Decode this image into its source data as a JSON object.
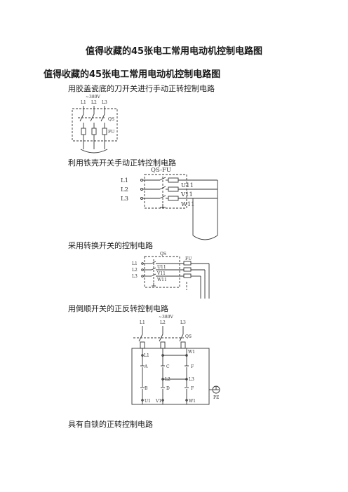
{
  "document": {
    "title": "值得收藏的45张电工常用电动机控制电路图",
    "section_heading": "值得收藏的45张电工常用电动机控制电路图",
    "captions": [
      "用胶盖瓷底的刀开关进行手动正转控制电路",
      "利用铁壳开关手动正转控制电路",
      "采用转换开关的控制电路",
      "用倒顺开关的正反转控制电路",
      "具有自锁的正转控制电路"
    ]
  },
  "figures": {
    "fig1": {
      "voltage": "~380V",
      "phases": [
        "L1",
        "L2",
        "L3"
      ],
      "switch": "QS",
      "fuse": "FU"
    },
    "fig2": {
      "switch_fuse": "QS-FU",
      "phases": [
        "L1",
        "L2",
        "L3"
      ],
      "outputs": [
        "U11",
        "V11",
        "W11"
      ]
    },
    "fig3": {
      "switch": "QS",
      "fuse": "FU",
      "phases": [
        "L1",
        "L2",
        "L3"
      ],
      "outputs": [
        "U11",
        "V11",
        "W11"
      ]
    },
    "fig4": {
      "voltage": "~380V",
      "phases": [
        "L1",
        "L2",
        "L3"
      ],
      "switch": "QS",
      "top_labels": [
        "L1",
        "W1"
      ],
      "contacts_left": [
        "A",
        "B"
      ],
      "contacts_mid": [
        "C",
        "D"
      ],
      "contacts_right": [
        "F",
        "F"
      ],
      "mid_labels": [
        "L2",
        "L3"
      ],
      "bottom_labels": [
        "U1",
        "V1",
        "W1"
      ],
      "ground": "PE"
    }
  }
}
